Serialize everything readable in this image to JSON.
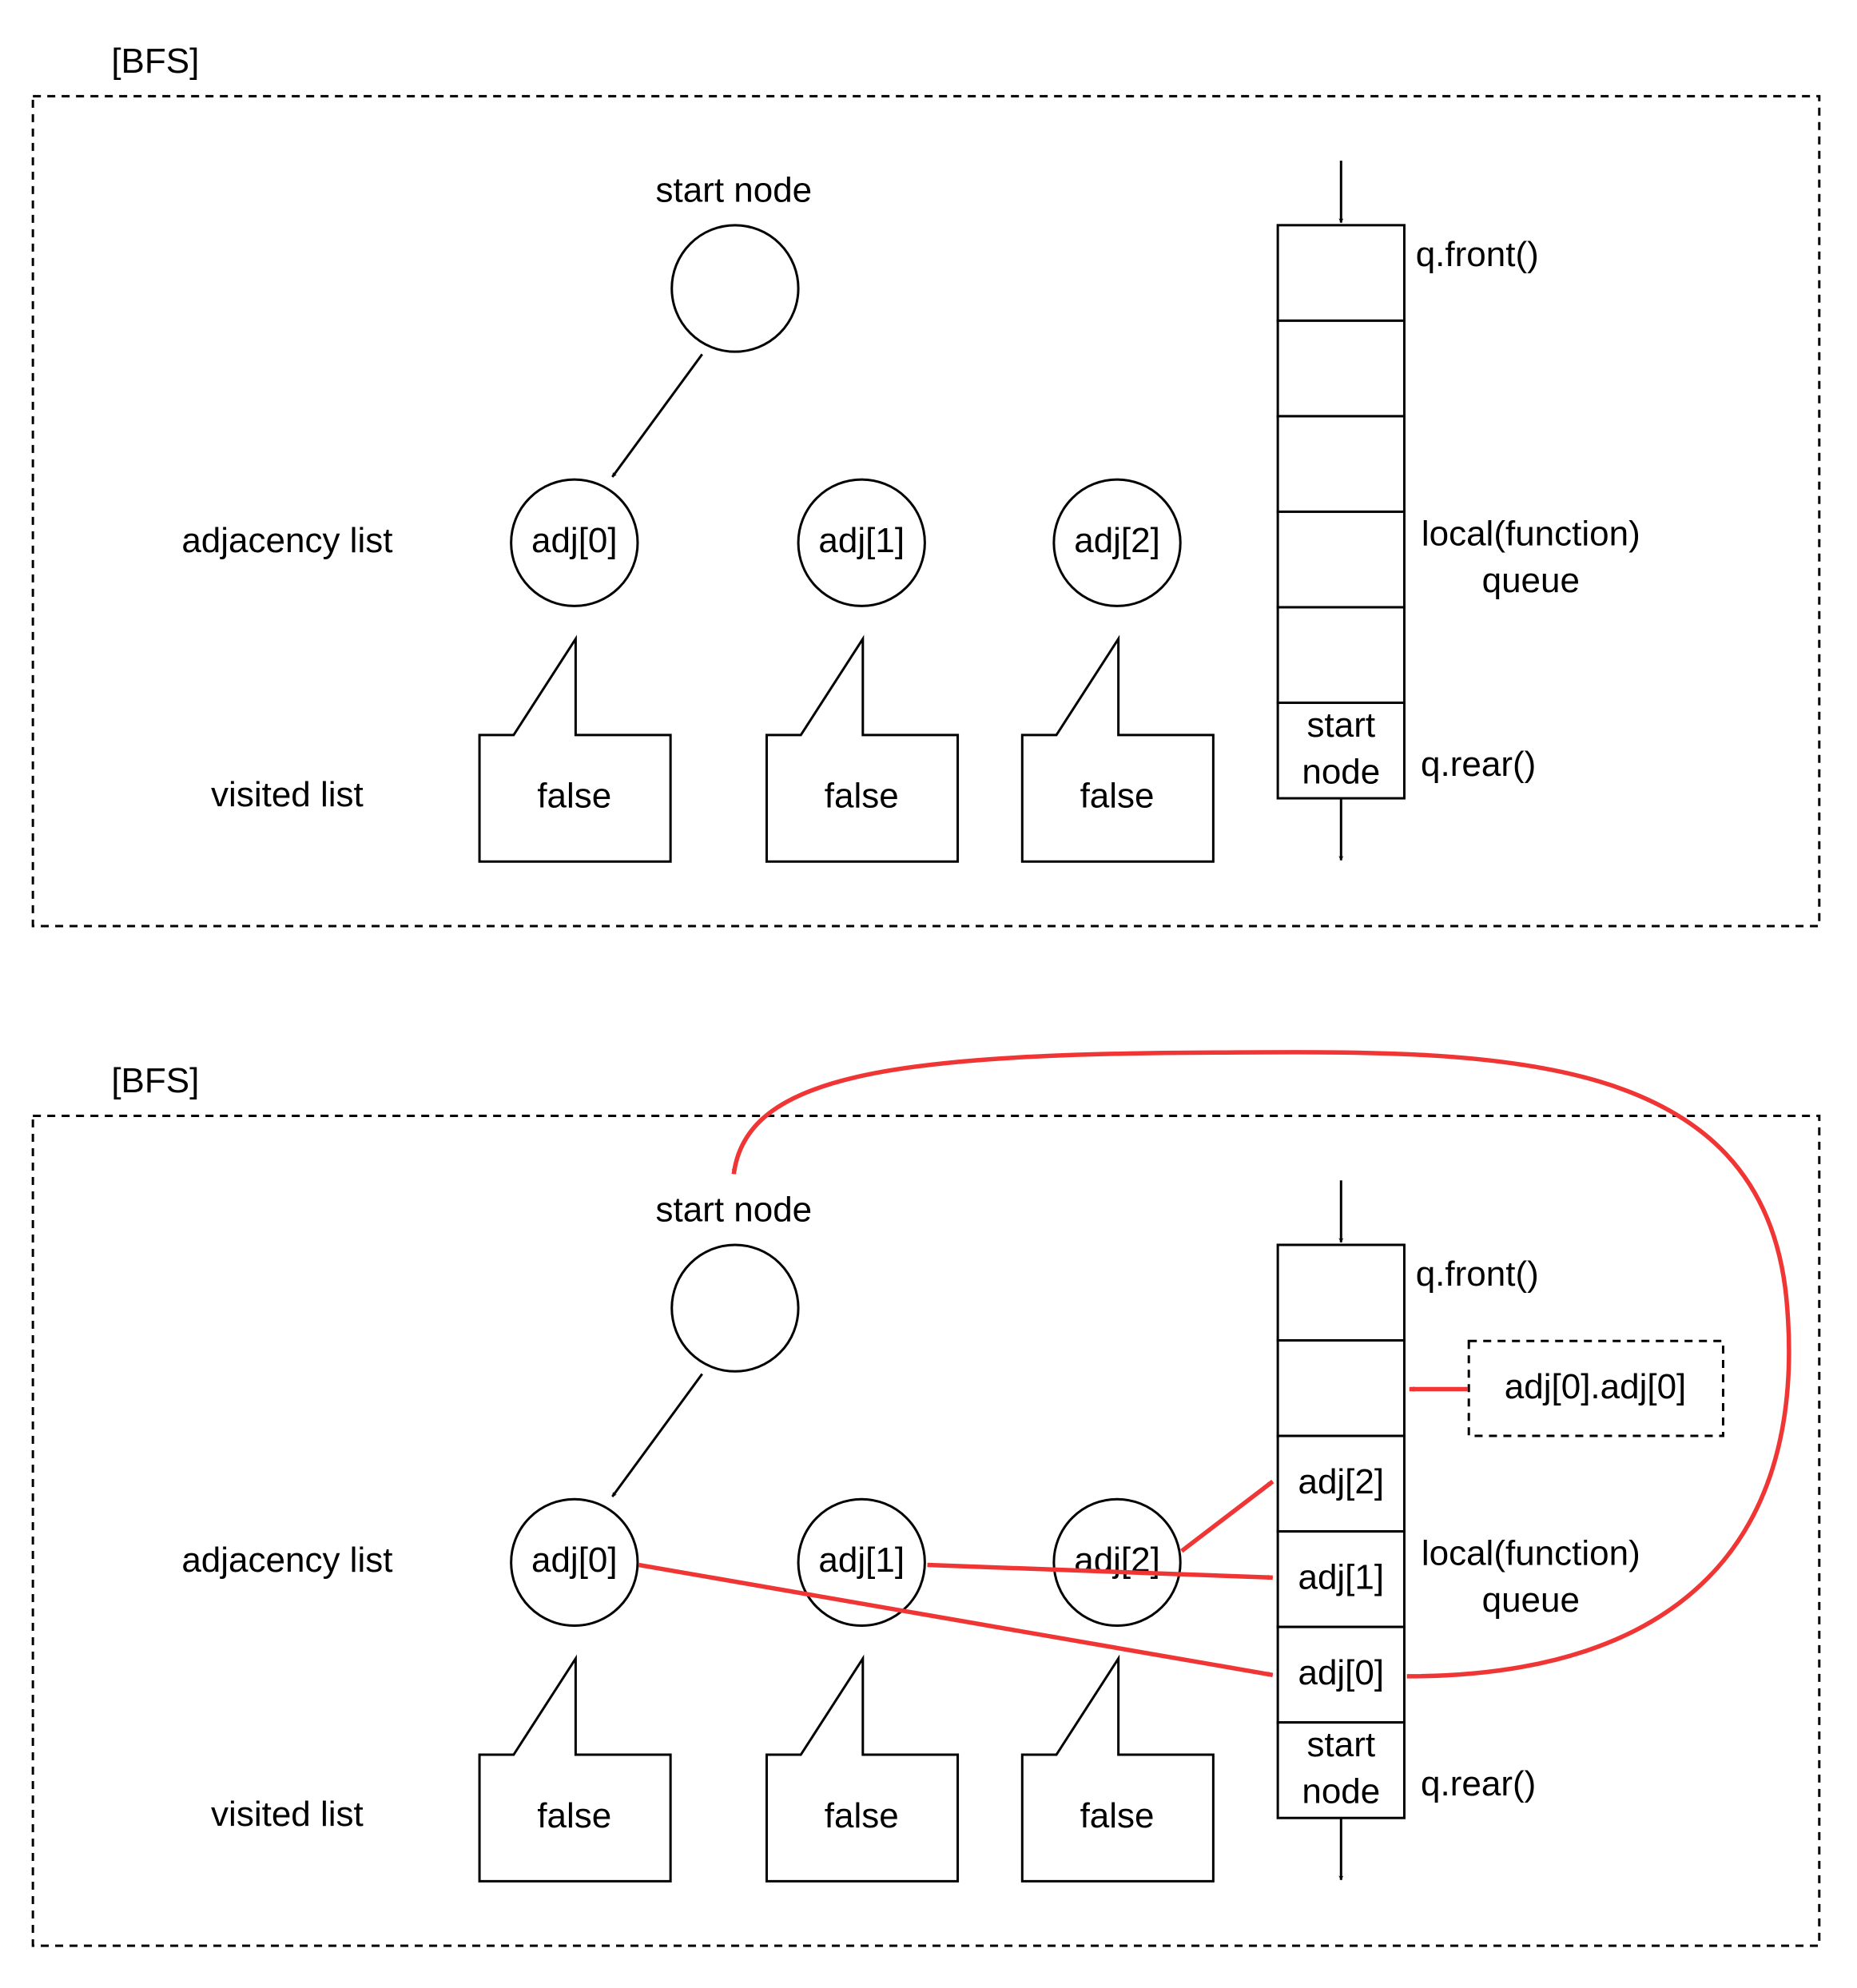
{
  "panels": [
    {
      "title": "[BFS]",
      "start_node_label": "start node",
      "row_labels": {
        "adjacency": "adjacency list",
        "visited": "visited list"
      },
      "adj_nodes": [
        "adj[0]",
        "adj[1]",
        "adj[2]"
      ],
      "visited": [
        "false",
        "false",
        "false"
      ],
      "queue": {
        "cells": [
          "",
          "",
          "",
          "",
          "",
          "start\nnode"
        ],
        "front_label": "q.front()",
        "rear_label": "q.rear()",
        "queue_label": [
          "local(function)",
          "queue"
        ]
      }
    },
    {
      "title": "[BFS]",
      "start_node_label": "start node",
      "row_labels": {
        "adjacency": "adjacency list",
        "visited": "visited list"
      },
      "adj_nodes": [
        "adj[0]",
        "adj[1]",
        "adj[2]"
      ],
      "visited": [
        "false",
        "false",
        "false"
      ],
      "queue": {
        "cells": [
          "",
          "",
          "adj[2]",
          "adj[1]",
          "adj[0]",
          "start\nnode"
        ],
        "front_label": "q.front()",
        "rear_label": "q.rear()",
        "queue_label": [
          "local(function)",
          "queue"
        ]
      },
      "pending_item": "adj[0].adj[0]"
    }
  ],
  "colors": {
    "accent_arrow": "#f03535",
    "stroke": "#000000"
  }
}
